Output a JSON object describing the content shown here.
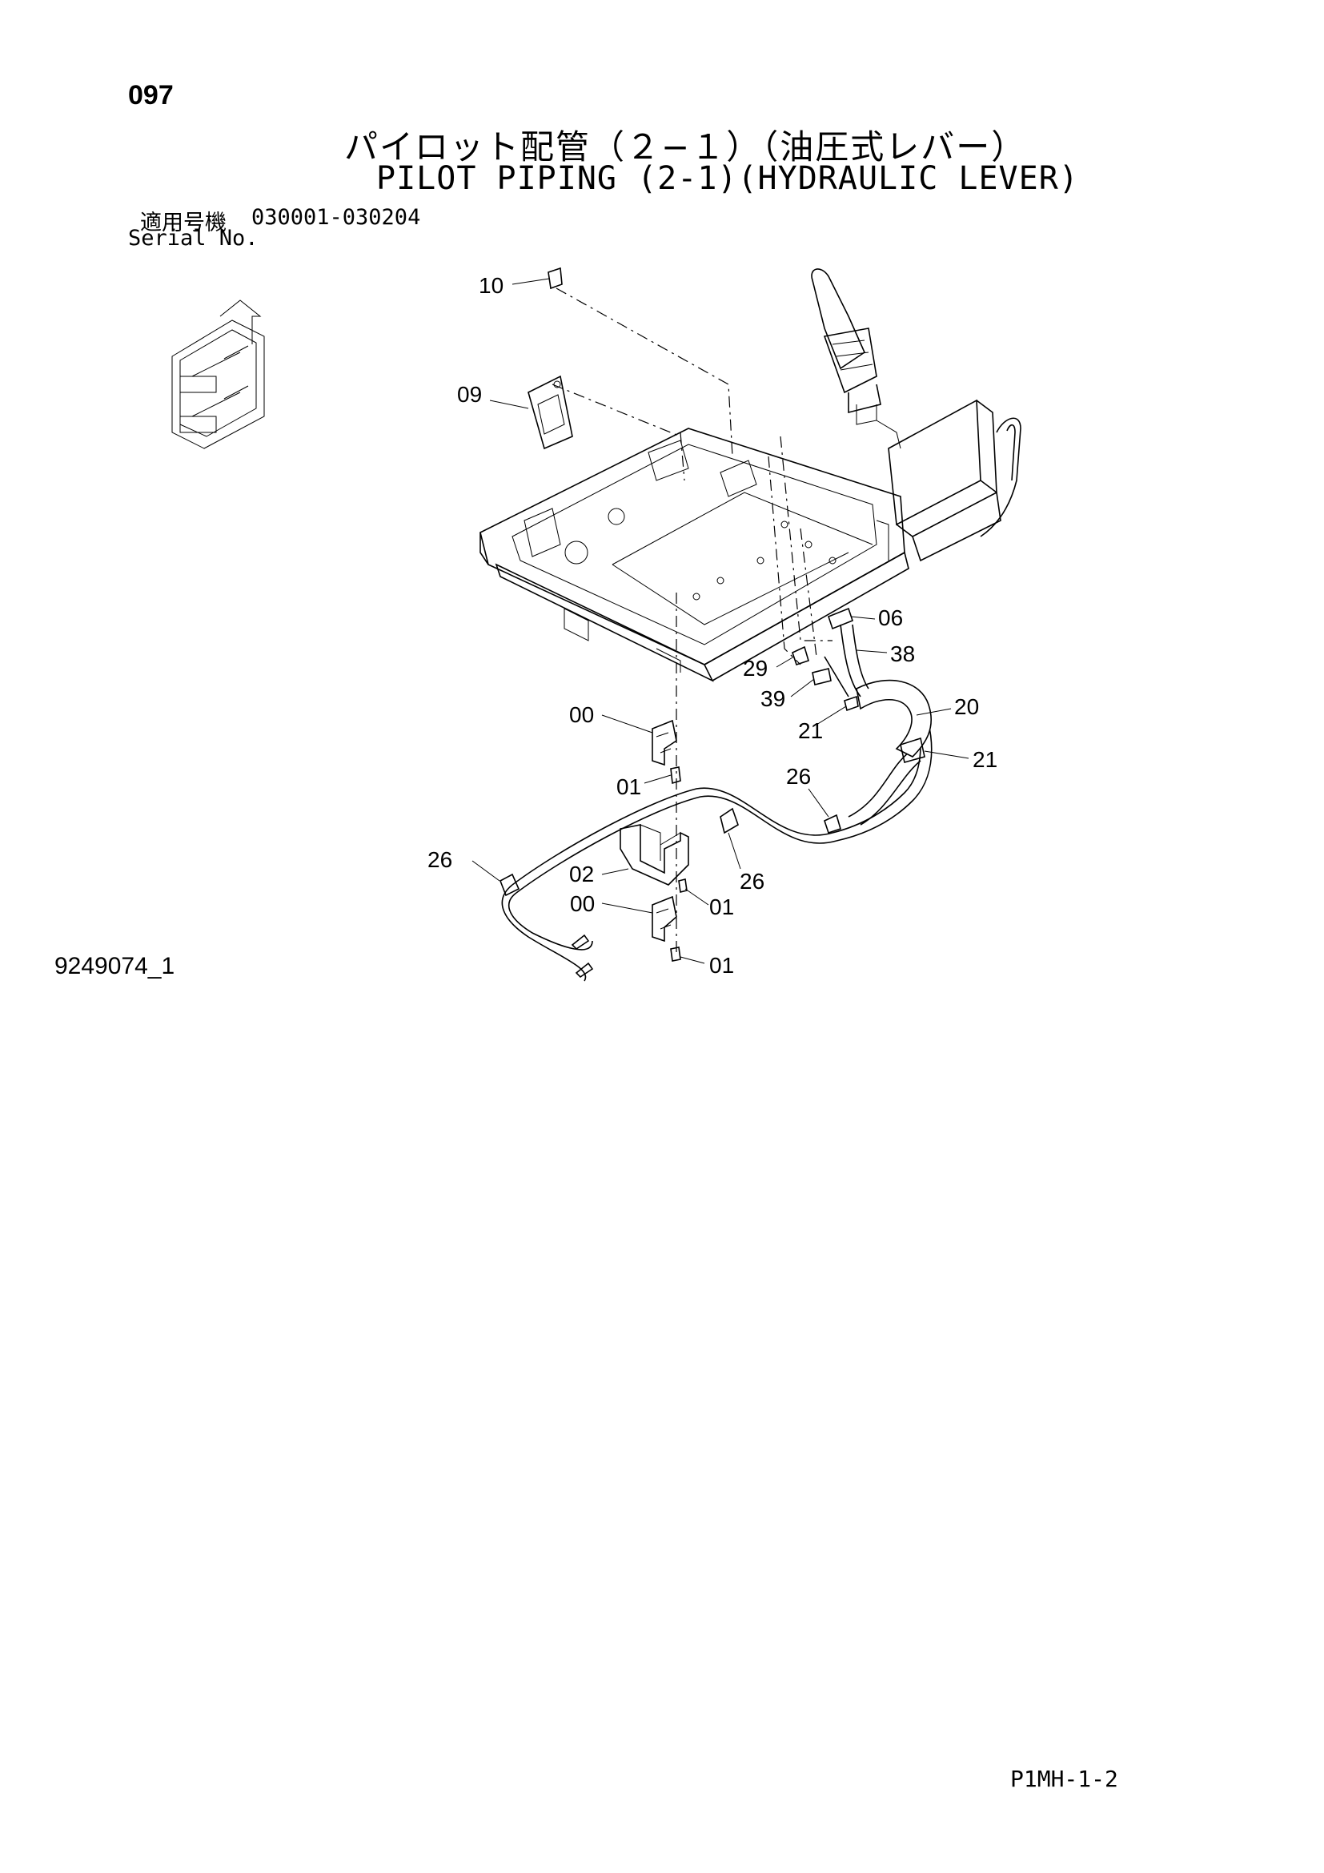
{
  "header": {
    "page_number": "097",
    "title_ja": "パイロット配管（２−１）（油圧式レバー）",
    "title_en": "PILOT PIPING (2-1)(HYDRAULIC LEVER)",
    "serial_label_ja": "適用号機",
    "serial_range": "030001-030204",
    "serial_label_en": "Serial No."
  },
  "callouts": {
    "c10": "10",
    "c09": "09",
    "c06": "06",
    "c38": "38",
    "c29": "29",
    "c39": "39",
    "c20": "20",
    "c21a": "21",
    "c21b": "21",
    "c26a": "26",
    "c26b": "26",
    "c26c": "26",
    "c00a": "00",
    "c00b": "00",
    "c01a": "01",
    "c01b": "01",
    "c01c": "01",
    "c02": "02"
  },
  "orientation_marker": {
    "icon": "direction-arrows-icon"
  },
  "footer": {
    "drawing_id": "9249074_1",
    "page_code": "P1MH-1-2"
  }
}
